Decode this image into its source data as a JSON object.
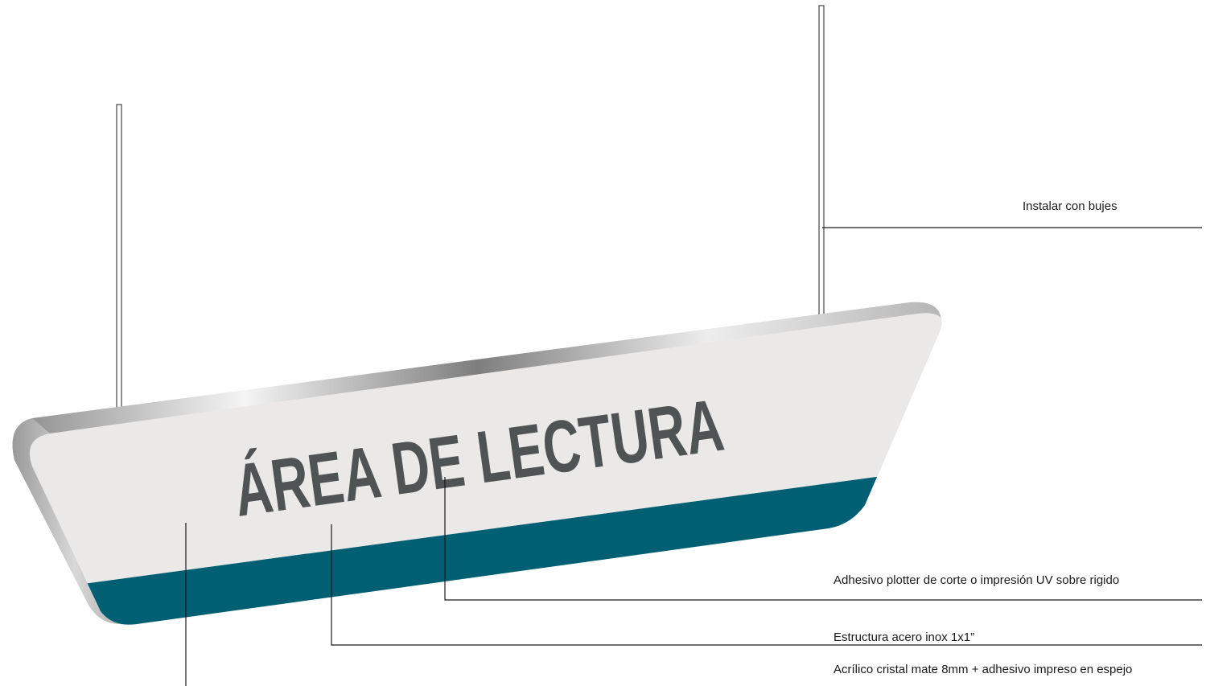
{
  "sign": {
    "text": "ÁREA DE LECTURA",
    "face_color": "#ebe9e7",
    "band_color": "#015f74",
    "text_color": "#4f5354"
  },
  "callouts": {
    "bushings": "Instalar con bujes",
    "vinyl": "Adhesivo plotter de corte o impresión UV sobre rigido",
    "structure": "Estructura acero inox  1x1”",
    "acrylic": "Acrílico cristal mate 8mm + adhesivo impreso en espejo"
  }
}
